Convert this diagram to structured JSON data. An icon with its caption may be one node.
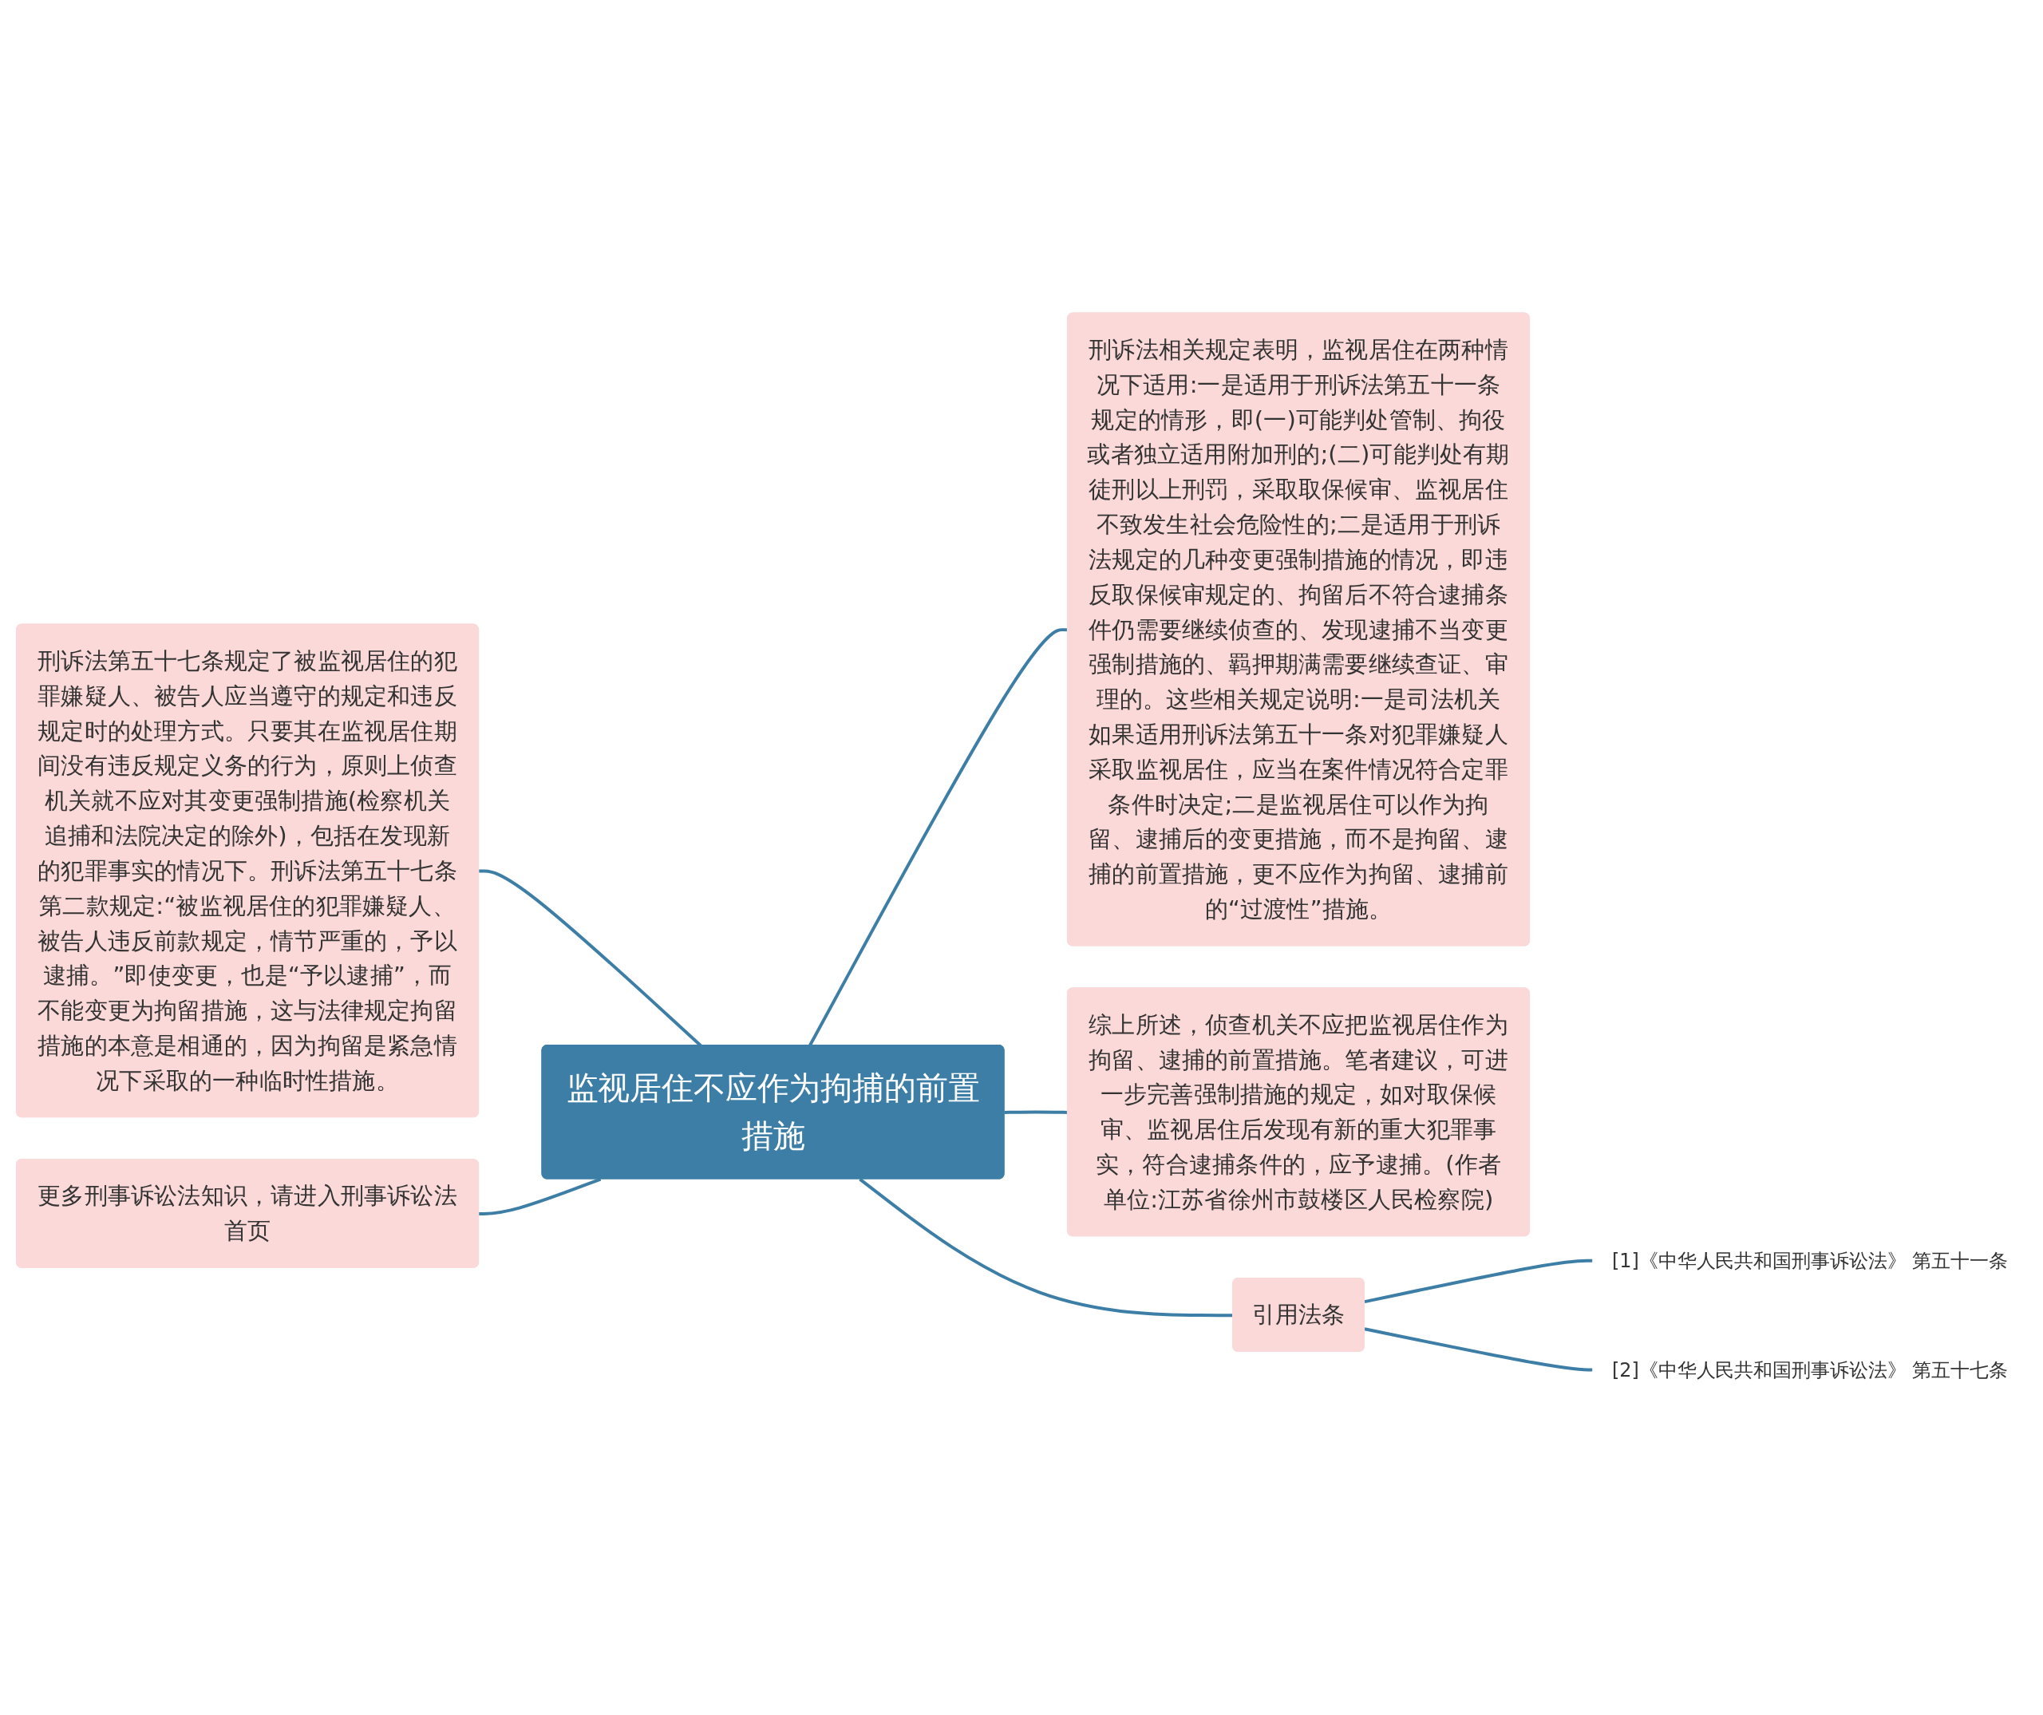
{
  "diagram": {
    "nodes": [
      {
        "text": [
          "监视居住不应作为拘捕的前置措施"
        ]
      },
      {
        "text": [
          "刑诉法第五十七条规定了被监视居住的犯罪嫌疑人、被告人应当遵守的规定和违反规定时的处理方式。只要其在监视居住期间没有违反规定义务的行为，原则上侦查机关就不应对其变更强制措施(检察机关追捕和法院决定的除外)，包括在发现新的犯罪事实的情况下。刑诉法第五十七条第二款规定:“被监视居住的犯罪嫌疑人、被告人违反前款规定，情节严重的，予以逮捕。”即使变更，也是“予以逮捕”，而不能变更为拘留措施，这与法律规定拘留措施的本意是相通的，因为拘留是紧急情况下采取的一种临时性措施。"
        ]
      },
      {
        "text": [
          "更多刑事诉讼法知识，请进入刑事诉讼法首页"
        ]
      },
      {
        "text": [
          "刑诉法相关规定表明，监视居住在两种情况下适用:一是适用于刑诉法第五十一条规定的情形，即(一)可能判处管制、拘役或者独立适用附加刑的;(二)可能判处有期徒刑以上刑罚，采取取保候审、监视居住不致发生社会危险性的;二是适用于刑诉法规定的几种变更强制措施的情况，即违反取保候审规定的、拘留后不符合逮捕条件仍需要继续侦查的、发现逮捕不当变更强制措施的、羁押期满需要继续查证、审理的。这些相关规定说明:一是司法机关如果适用刑诉法第五十一条对犯罪嫌疑人采取监视居住，应当在案件情况符合定罪条件时决定;二是监视居住可以作为拘留、逮捕后的变更措施，而不是拘留、逮捕的前置措施，更不应作为拘留、逮捕前的“过渡性”措施。"
        ]
      },
      {
        "text": [
          "综上所述，侦查机关不应把监视居住作为拘留、逮捕的前置措施。笔者建议，可进一步完善强制措施的规定，如对取保候审、监视居住后发现有新的重大犯罪事实，符合逮捕条件的，应予逮捕。(作者单位:江苏省徐州市鼓楼区人民检察院)"
        ]
      },
      {
        "text": [
          "引用法条"
        ]
      },
      {
        "text": [
          "[1]《中华人民共和国刑事诉讼法》 第五十一条"
        ]
      },
      {
        "text": [
          "[2]《中华人民共和国刑事诉讼法》 第五十七条"
        ]
      }
    ],
    "edges": [
      {
        "from": 0,
        "to": 1,
        "arrow": "none"
      },
      {
        "from": 0,
        "to": 2,
        "arrow": "none"
      },
      {
        "from": 0,
        "to": 3,
        "arrow": "none"
      },
      {
        "from": 0,
        "to": 4,
        "arrow": "none"
      },
      {
        "from": 0,
        "to": 5,
        "arrow": "none"
      },
      {
        "from": 5,
        "to": 6,
        "arrow": "none"
      },
      {
        "from": 5,
        "to": 7,
        "arrow": "none"
      }
    ]
  }
}
